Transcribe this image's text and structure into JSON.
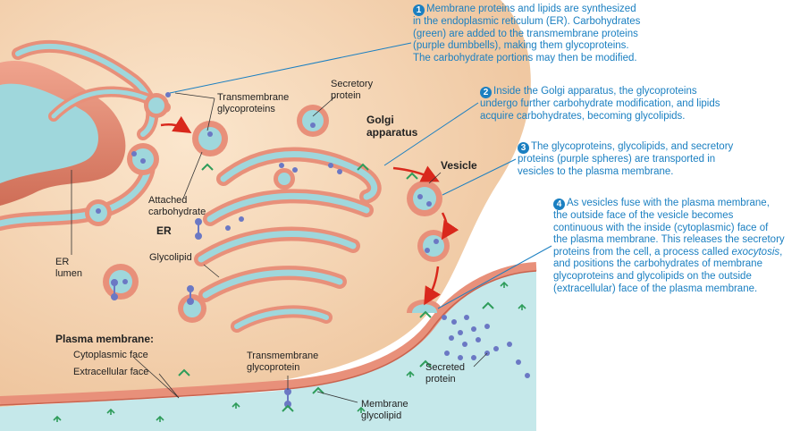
{
  "colors": {
    "cytoplasm": "#f6dcbf",
    "membrane": "#e8907a",
    "membrane_dark": "#c9634e",
    "lumen": "#9fd7dc",
    "extracellular": "#c5e8ea",
    "protein": "#6b78c4",
    "carbohydrate": "#2e9c5a",
    "callout": "#1a7fc1",
    "arrow": "#d9281c"
  },
  "labels": {
    "transmembrane_glycoproteins": [
      "Transmembrane",
      "glycoproteins"
    ],
    "secretory_protein": [
      "Secretory",
      "protein"
    ],
    "golgi": [
      "Golgi",
      "apparatus"
    ],
    "vesicle": "Vesicle",
    "attached_carbohydrate": [
      "Attached",
      "carbohydrate"
    ],
    "er": "ER",
    "glycolipid": "Glycolipid",
    "er_lumen": [
      "ER",
      "lumen"
    ],
    "plasma_membrane": "Plasma membrane:",
    "cytoplasmic_face": "Cytoplasmic face",
    "extracellular_face": "Extracellular face",
    "pm_transmembrane": [
      "Transmembrane",
      "glycoprotein"
    ],
    "membrane_glycolipid": [
      "Membrane",
      "glycolipid"
    ],
    "secreted_protein": [
      "Secreted",
      "protein"
    ]
  },
  "steps": [
    {
      "num": "1",
      "lines": [
        "Membrane proteins and lipids are synthesized",
        "in the endoplasmic reticulum (ER). Carbohydrates",
        "(green) are added to the transmembrane proteins",
        "(purple dumbbells), making them glycoproteins.",
        "The carbohydrate portions may then be modified."
      ]
    },
    {
      "num": "2",
      "lines": [
        "Inside the Golgi apparatus, the glycoproteins",
        "undergo further carbohydrate modification, and lipids",
        "acquire carbohydrates, becoming glycolipids."
      ]
    },
    {
      "num": "3",
      "lines": [
        "The glycoproteins, glycolipids, and secretory",
        "proteins (purple spheres) are transported in",
        "vesicles to the plasma membrane."
      ]
    },
    {
      "num": "4",
      "lines": [
        "As vesicles fuse with the plasma membrane,",
        "the outside face of the vesicle becomes",
        "continuous with the inside (cytoplasmic) face of",
        "the plasma membrane. This releases the secretory",
        "proteins from the cell, a process called ",
        "and positions the carbohydrates of membrane",
        "glycoproteins and glycolipids on the outside",
        "(extracellular) face of the plasma membrane."
      ],
      "italic": "exocytosis",
      "italic_suffix": ","
    }
  ]
}
